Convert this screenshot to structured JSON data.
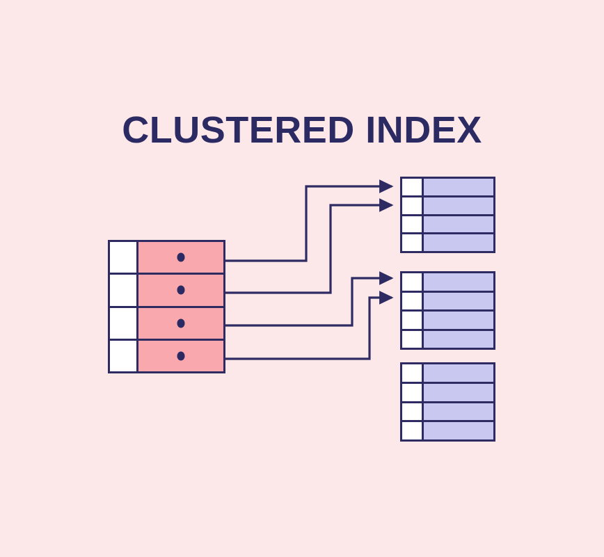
{
  "diagram": {
    "title": "CLUSTERED INDEX",
    "background_color": "#fde8e9",
    "line_color": "#2e2b63",
    "title_color": "#2b2a63",
    "index_fill_color": "#f9a8ae",
    "data_fill_color": "#c8c8f0",
    "key_fill_color": "#ffffff",
    "index_table": {
      "name": "index-table",
      "rows": 4,
      "row_items": [
        {
          "key": "",
          "value": "",
          "marker": "pointer-dot"
        },
        {
          "key": "",
          "value": "",
          "marker": "pointer-dot"
        },
        {
          "key": "",
          "value": "",
          "marker": "pointer-dot"
        },
        {
          "key": "",
          "value": "",
          "marker": "pointer-dot"
        }
      ]
    },
    "data_tables": [
      {
        "name": "data-table-1",
        "rows": 4,
        "row_items": [
          {
            "key": "",
            "value": ""
          },
          {
            "key": "",
            "value": ""
          },
          {
            "key": "",
            "value": ""
          },
          {
            "key": "",
            "value": ""
          }
        ]
      },
      {
        "name": "data-table-2",
        "rows": 4,
        "row_items": [
          {
            "key": "",
            "value": ""
          },
          {
            "key": "",
            "value": ""
          },
          {
            "key": "",
            "value": ""
          },
          {
            "key": "",
            "value": ""
          }
        ]
      },
      {
        "name": "data-table-3",
        "rows": 4,
        "row_items": [
          {
            "key": "",
            "value": ""
          },
          {
            "key": "",
            "value": ""
          },
          {
            "key": "",
            "value": ""
          },
          {
            "key": "",
            "value": ""
          }
        ]
      }
    ],
    "connectors": [
      {
        "name": "connector-index-row-1-to-data-table-1-row-1",
        "from": "index-row-1",
        "to": "data-table-1-row-1",
        "label": ""
      },
      {
        "name": "connector-index-row-2-to-data-table-1-row-2",
        "from": "index-row-2",
        "to": "data-table-1-row-2",
        "label": ""
      },
      {
        "name": "connector-index-row-3-to-data-table-2-row-1",
        "from": "index-row-3",
        "to": "data-table-2-row-1",
        "label": ""
      },
      {
        "name": "connector-index-row-4-to-data-table-2-row-2",
        "from": "index-row-4",
        "to": "data-table-2-row-2",
        "label": ""
      }
    ]
  }
}
